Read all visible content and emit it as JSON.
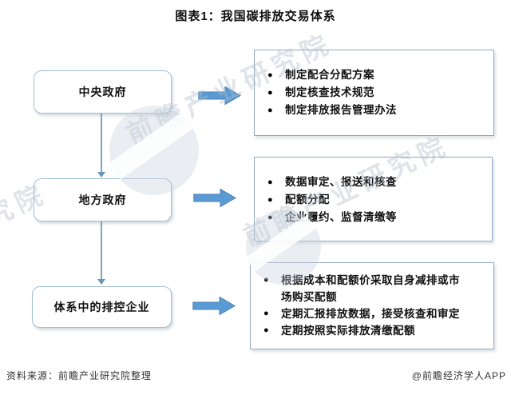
{
  "title": "图表1：我国碳排放交易体系",
  "flow": {
    "rows": [
      {
        "actor": "中央政府",
        "tasks": [
          "制定配合分配方案",
          "制定核查技术规范",
          "制定排放报告管理办法"
        ]
      },
      {
        "actor": "地方政府",
        "tasks": [
          "数据审定、报送和核查",
          "配额分配",
          "企业履约、监督清缴等"
        ]
      },
      {
        "actor": "体系中的排控企业",
        "tasks": [
          "根据成本和配额价采取自身减排或市场购买配额",
          "定期汇报排放数据，接受核查和审定",
          "定期按照实际排放清缴配额"
        ]
      }
    ]
  },
  "watermark": {
    "text": "前瞻产业研究院"
  },
  "footer": {
    "source": "资料来源：前瞻产业研究院整理",
    "credit": "@前瞻经济学人APP"
  },
  "colors": {
    "arrow_fill": "#5b9bd5",
    "arrow_outline": "#4a7fb0",
    "actor_box_border": "#9fbfd2",
    "task_box_border": "#8fa9c2",
    "connector": "#7aa6c5",
    "watermark": "#adbbc7",
    "text": "#111111"
  }
}
